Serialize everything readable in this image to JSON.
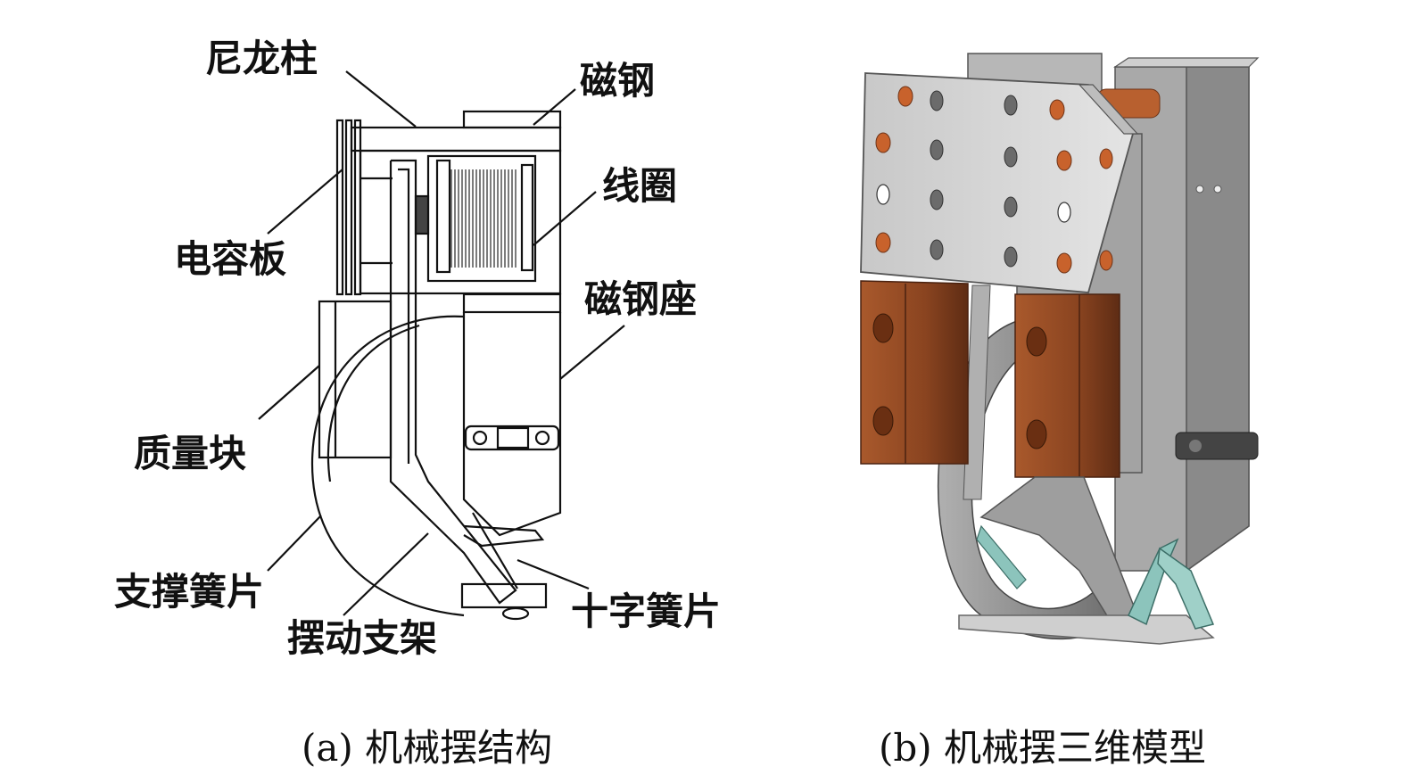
{
  "panel_a": {
    "caption": "(a) 机械摆结构",
    "labels": {
      "nylon_post": "尼龙柱",
      "magnet": "磁钢",
      "coil": "线圈",
      "capacitor_plate": "电容板",
      "magnet_seat": "磁钢座",
      "mass_block": "质量块",
      "support_spring": "支撑簧片",
      "swing_bracket": "摆动支架",
      "cross_spring": "十字簧片"
    }
  },
  "panel_b": {
    "caption": "(b) 机械摆三维模型"
  },
  "colors": {
    "line": "#111111",
    "metal_light": "#d9d9d9",
    "metal_mid": "#b5b5b5",
    "metal_dark": "#8c8c8c",
    "copper": "#a8542a",
    "copper_dark": "#6e3418",
    "teal": "#7fb8b0"
  }
}
